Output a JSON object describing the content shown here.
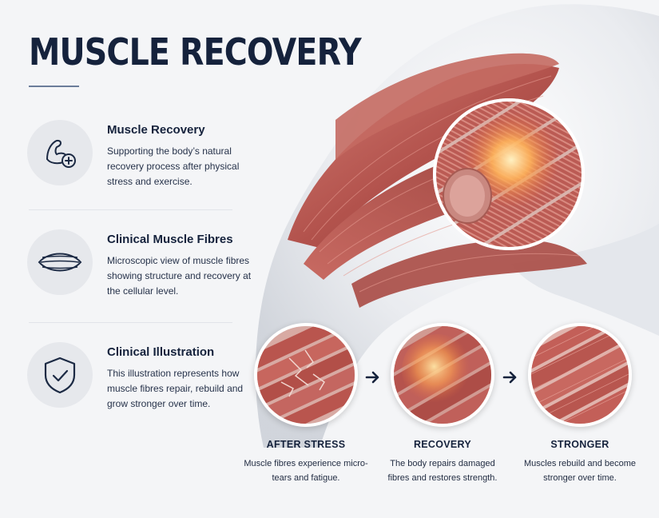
{
  "title": "MUSCLE RECOVERY",
  "features": [
    {
      "icon": "flexed-arm-plus-icon",
      "title": "Muscle Recovery",
      "text": "Supporting the body’s natural recovery process after physical stress and exercise."
    },
    {
      "icon": "muscle-fibres-icon",
      "title": "Clinical Muscle Fibres",
      "text": "Microscopic view of muscle fibres showing structure and recovery at the cellular level."
    },
    {
      "icon": "shield-check-icon",
      "title": "Clinical Illustration",
      "text": "This illustration represents how muscle fibres repair, rebuild and grow stronger over time."
    }
  ],
  "stages": [
    {
      "label": "AFTER STRESS",
      "text": "Muscle fibres experience micro-tears and fatigue."
    },
    {
      "label": "RECOVERY",
      "text": "The body repairs damaged fibres and restores strength."
    },
    {
      "label": "STRONGER",
      "text": "Muscles rebuild and become stronger over time."
    }
  ],
  "colors": {
    "navy": "#15223c",
    "muscle": "#c0605a",
    "muscle_dark": "#8e3a36",
    "glow": "#ffb35a",
    "background": "#f4f5f7"
  }
}
